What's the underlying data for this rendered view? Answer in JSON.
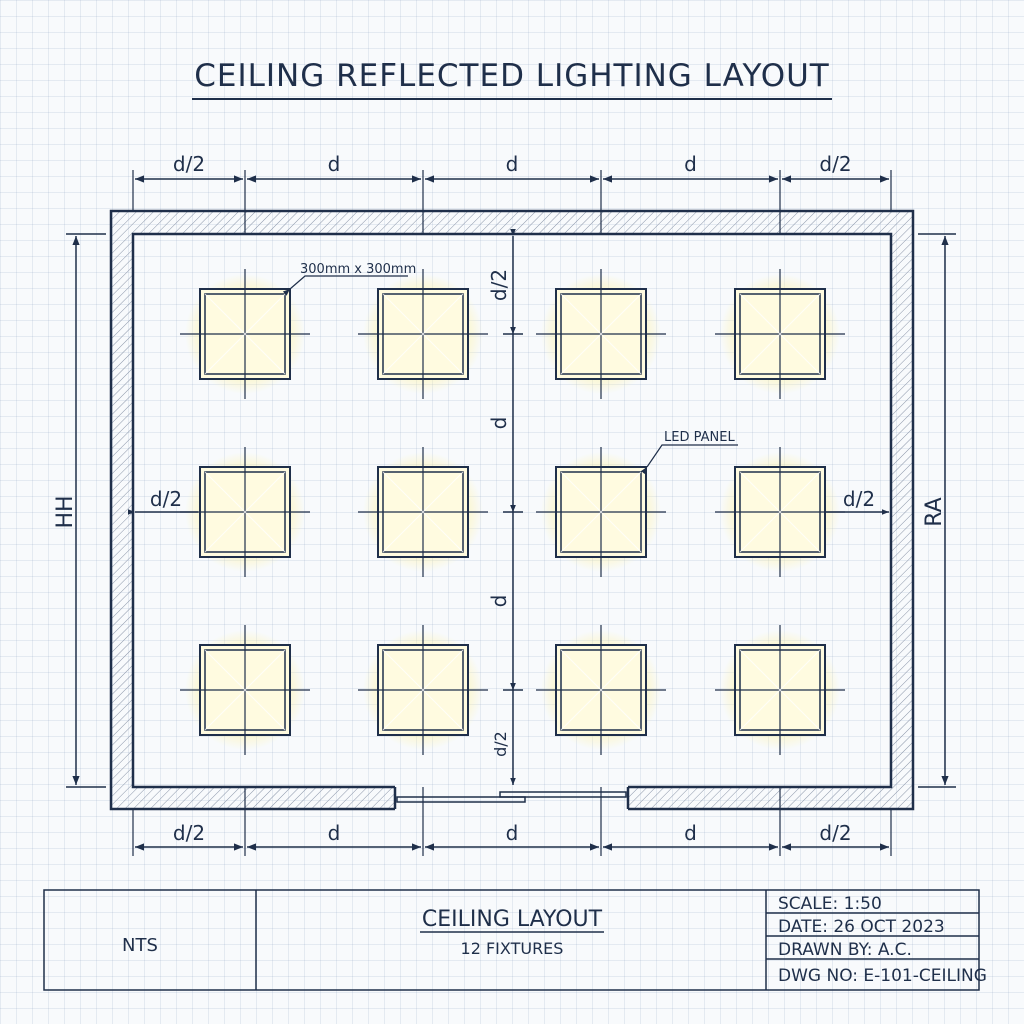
{
  "title": "CEILING REFLECTED LIGHTING LAYOUT",
  "colors": {
    "ink": "#1f2f4a",
    "wall_hatch": "#8a95a8",
    "fixture_glow": "#fff3a0",
    "fixture_fill": "#fffbe0"
  },
  "dimensions": {
    "half_spacing": "d/2",
    "spacing": "d",
    "left_overall": "HH",
    "right_overall": "RA"
  },
  "annotations": {
    "fixture_size": "300mm x 300mm",
    "fixture_type": "LED PANEL"
  },
  "grid": {
    "rows": 3,
    "columns": 4,
    "icon": "led-panel-icon"
  },
  "title_block": {
    "scale_note": "NTS",
    "drawing_title": "CEILING LAYOUT",
    "subtitle": "12 FIXTURES",
    "scale": "SCALE: 1:50",
    "date": "DATE: 26 OCT 2023",
    "drawn_by": "DRAWN BY: A.C.",
    "dwg_no": "DWG NO: E-101-CEILING"
  }
}
